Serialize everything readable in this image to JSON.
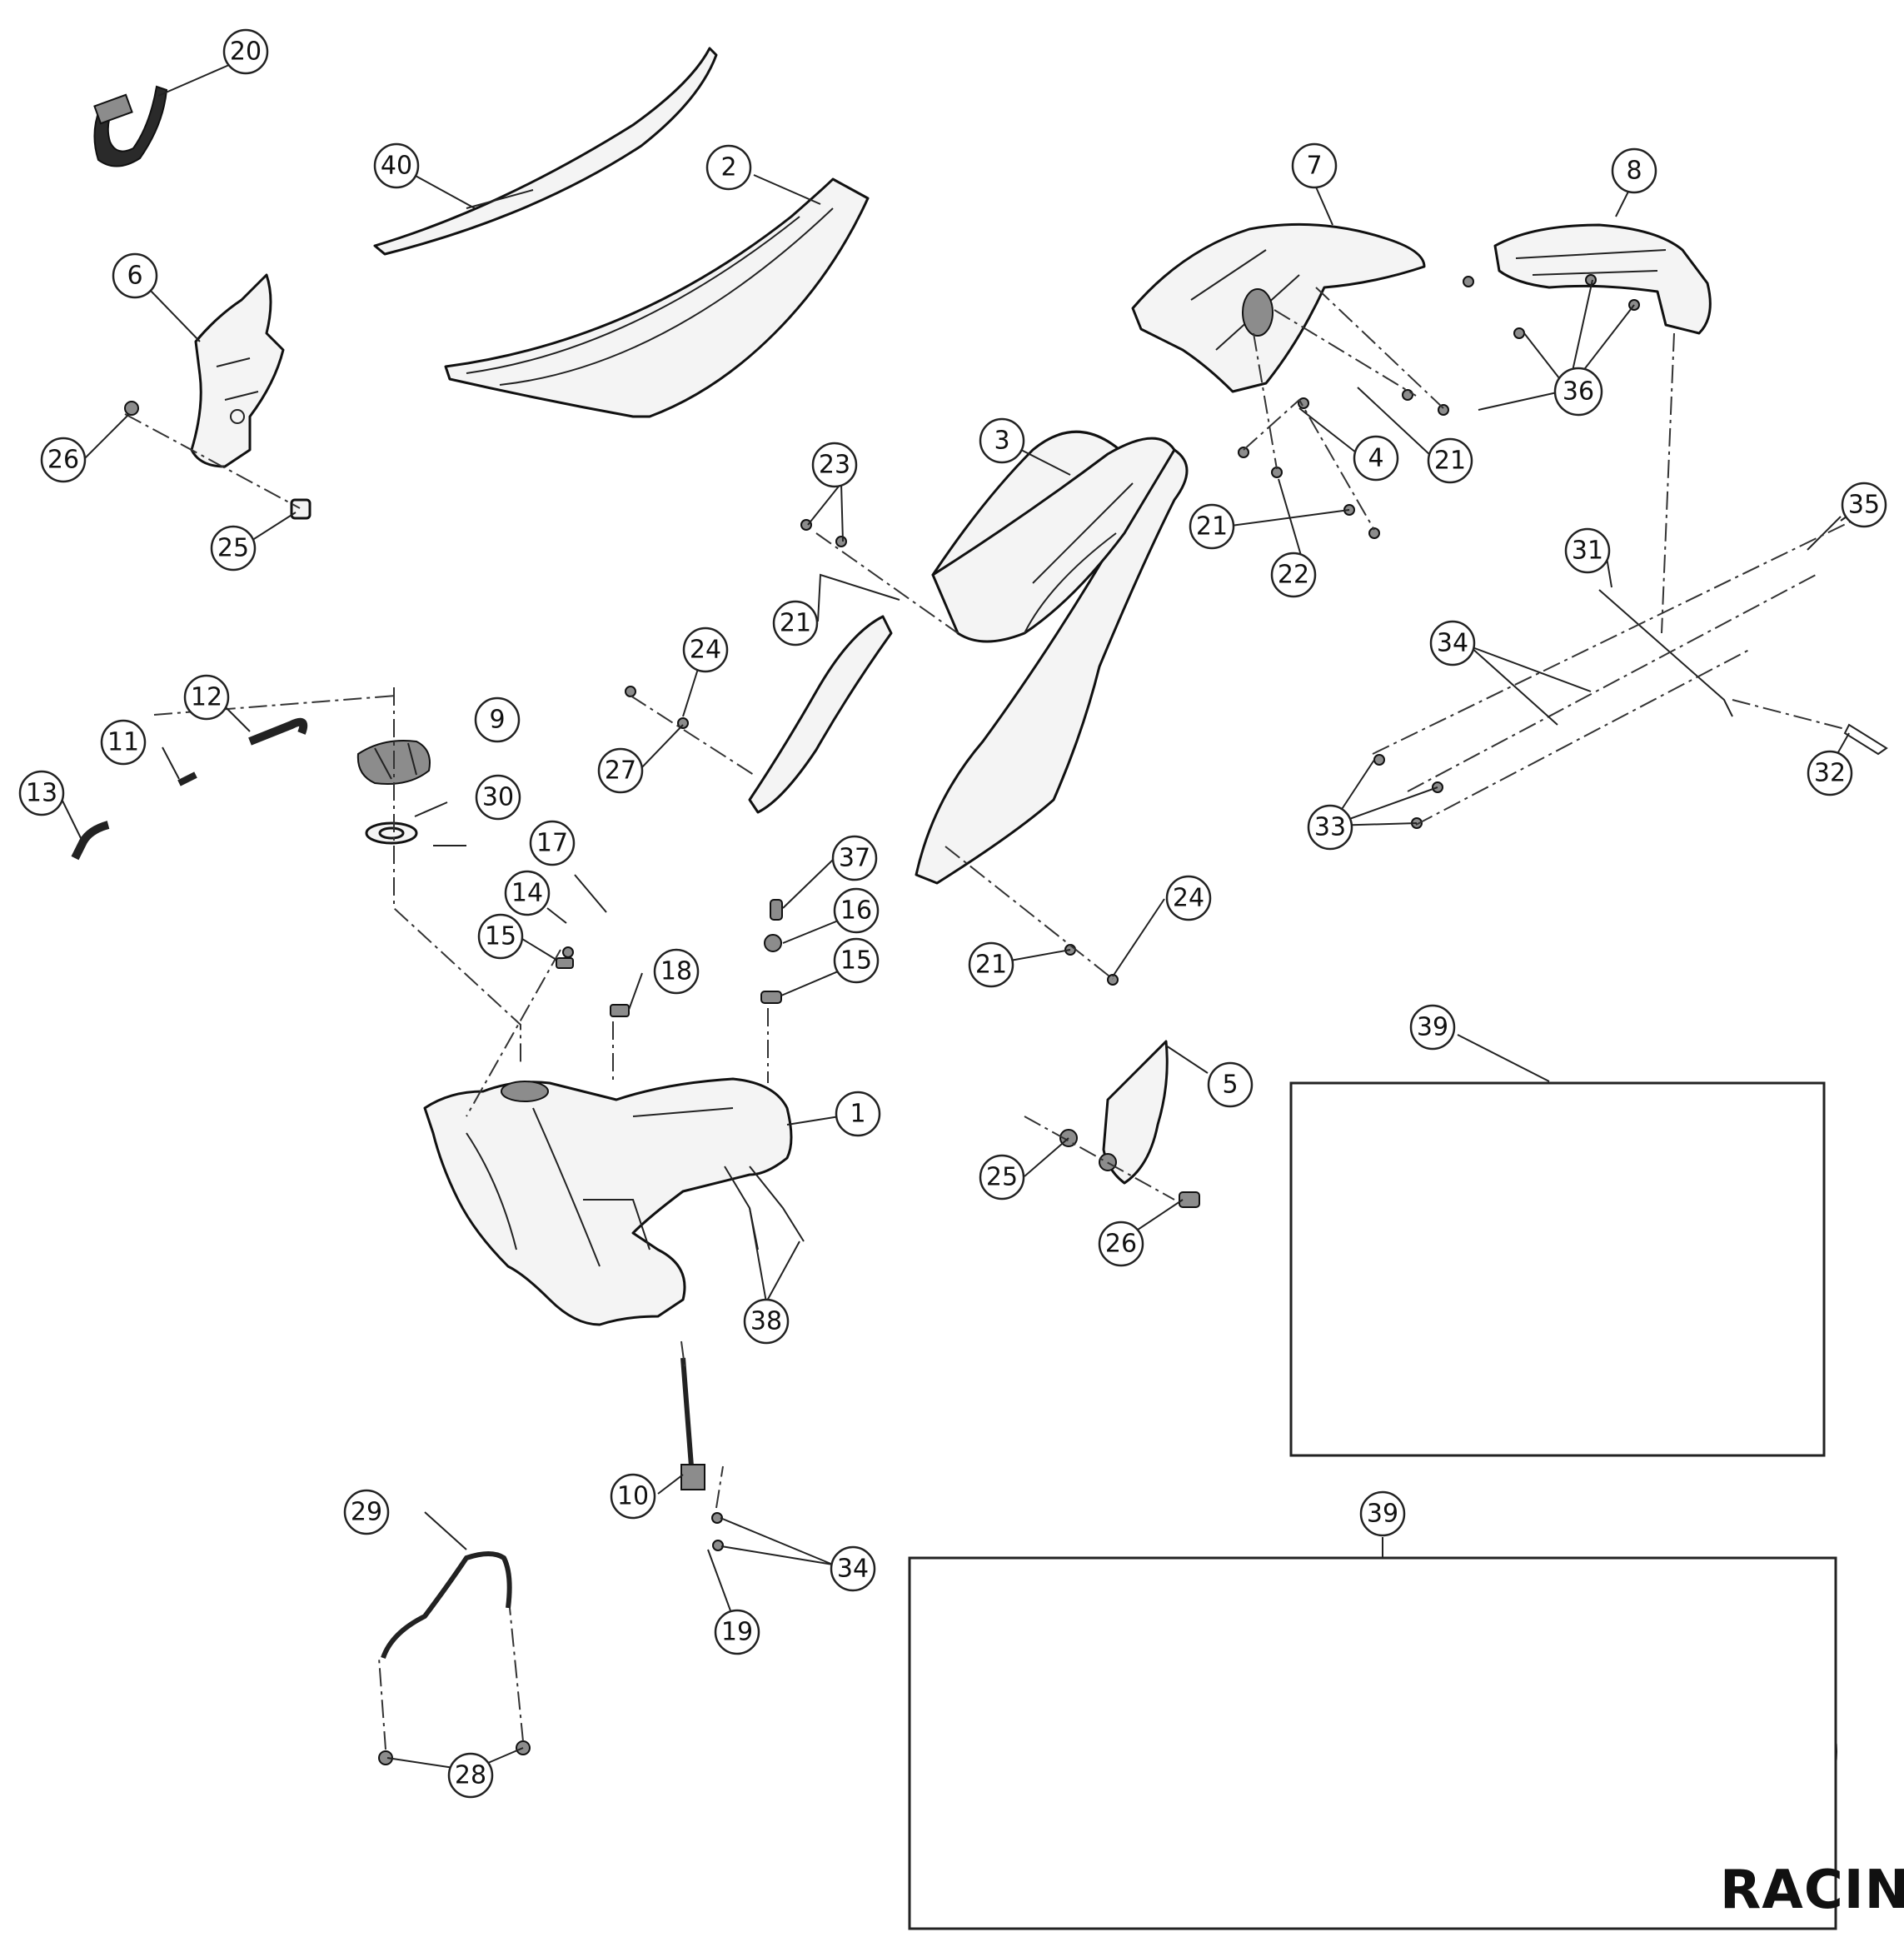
{
  "callouts": {
    "c1": "1",
    "c2": "2",
    "c3": "3",
    "c4": "4",
    "c5": "5",
    "c6": "6",
    "c7": "7",
    "c8": "8",
    "c9": "9",
    "c10": "10",
    "c11": "11",
    "c12": "12",
    "c13": "13",
    "c14": "14",
    "c15a": "15",
    "c15b": "15",
    "c16": "16",
    "c17": "17",
    "c18": "18",
    "c19": "19",
    "c20": "20",
    "c21a": "21",
    "c21b": "21",
    "c21c": "21",
    "c21d": "21",
    "c22": "22",
    "c23": "23",
    "c24a": "24",
    "c24b": "24",
    "c25a": "25",
    "c25b": "25",
    "c26a": "26",
    "c26b": "26",
    "c27": "27",
    "c28": "28",
    "c29": "29",
    "c30": "30",
    "c31": "31",
    "c32": "32",
    "c33": "33",
    "c34a": "34",
    "c34b": "34",
    "c35": "35",
    "c36": "36",
    "c37": "37",
    "c38": "38",
    "c39a": "39",
    "c39b": "39",
    "c40": "40"
  },
  "kit_label": "RACING"
}
